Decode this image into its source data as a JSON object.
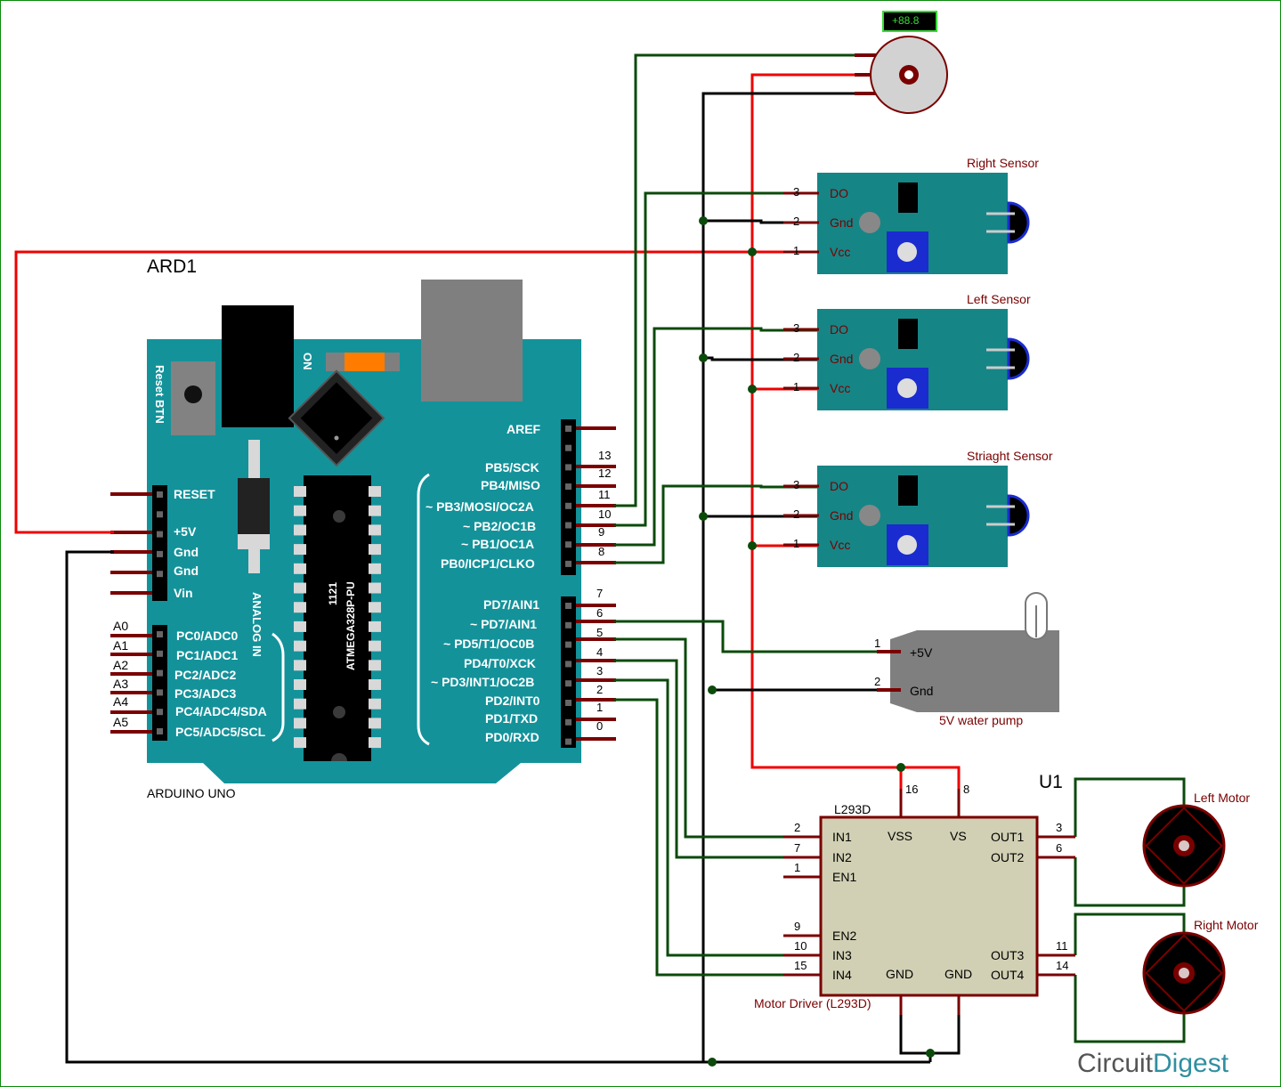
{
  "title_ref": "ARD1",
  "board": {
    "name": "ARDUINO UNO",
    "reset_btn": "Reset BTN",
    "on": "ON",
    "chip": "ATMEGA328P-PU",
    "chip_code": "1121",
    "analog_in": "ANALOG IN",
    "power_pins": [
      "RESET",
      "+5V",
      "Gnd",
      "Gnd",
      "Vin"
    ],
    "analog_pins": [
      "PC0/ADC0",
      "PC1/ADC1",
      "PC2/ADC2",
      "PC3/ADC3",
      "PC4/ADC4/SDA",
      "PC5/ADC5/SCL"
    ],
    "analog_nums": [
      "A0",
      "A1",
      "A2",
      "A3",
      "A4",
      "A5"
    ],
    "aref": "AREF",
    "digital_high": [
      "PB5/SCK",
      "PB4/MISO",
      "~ PB3/MOSI/OC2A",
      "~ PB2/OC1B",
      "~ PB1/OC1A",
      "PB0/ICP1/CLKO"
    ],
    "digital_high_nums": [
      "13",
      "12",
      "11",
      "10",
      "9",
      "8"
    ],
    "digital_low": [
      "PD7/AIN1",
      "~ PD7/AIN1",
      "~ PD5/T1/OC0B",
      "PD4/T0/XCK",
      "~ PD3/INT1/OC2B",
      "PD2/INT0",
      "PD1/TXD",
      "PD0/RXD"
    ],
    "digital_low_nums": [
      "7",
      "6",
      "5",
      "4",
      "3",
      "2",
      "1",
      "0"
    ]
  },
  "buzzer": {
    "display": "+88.8"
  },
  "sensors": [
    {
      "title": "Right Sensor",
      "pins": [
        "DO",
        "Gnd",
        "Vcc"
      ],
      "nums": [
        "3",
        "2",
        "1"
      ]
    },
    {
      "title": "Left Sensor",
      "pins": [
        "DO",
        "Gnd",
        "Vcc"
      ],
      "nums": [
        "3",
        "2",
        "1"
      ]
    },
    {
      "title": "Striaght Sensor",
      "pins": [
        "DO",
        "Gnd",
        "Vcc"
      ],
      "nums": [
        "3",
        "2",
        "1"
      ]
    }
  ],
  "pump": {
    "title": "5V water pump",
    "pins": [
      "+5V",
      "Gnd"
    ],
    "nums": [
      "1",
      "2"
    ]
  },
  "driver": {
    "ref": "U1",
    "part": "L293D",
    "caption": "Motor Driver (L293D)",
    "left_pins": [
      "IN1",
      "IN2",
      "EN1",
      "EN2",
      "IN3",
      "IN4"
    ],
    "left_nums": [
      "2",
      "7",
      "1",
      "9",
      "10",
      "15"
    ],
    "top_pins": [
      "VSS",
      "VS"
    ],
    "top_nums": [
      "16",
      "8"
    ],
    "bottom_pins": [
      "GND",
      "GND"
    ],
    "right_pins": [
      "OUT1",
      "OUT2",
      "OUT3",
      "OUT4"
    ],
    "right_nums": [
      "3",
      "6",
      "11",
      "14"
    ]
  },
  "motors": [
    "Left Motor",
    "Right Motor"
  ],
  "logo": {
    "text1": "Circuit",
    "text2": "Digest"
  },
  "colors": {
    "board": "#14929a",
    "sensor": "#168586",
    "wire_red": "#ee0000",
    "wire_green": "#0b4a0b",
    "wire_black": "#000000",
    "pin": "#7a0000",
    "driver": "#d1d0b4"
  }
}
